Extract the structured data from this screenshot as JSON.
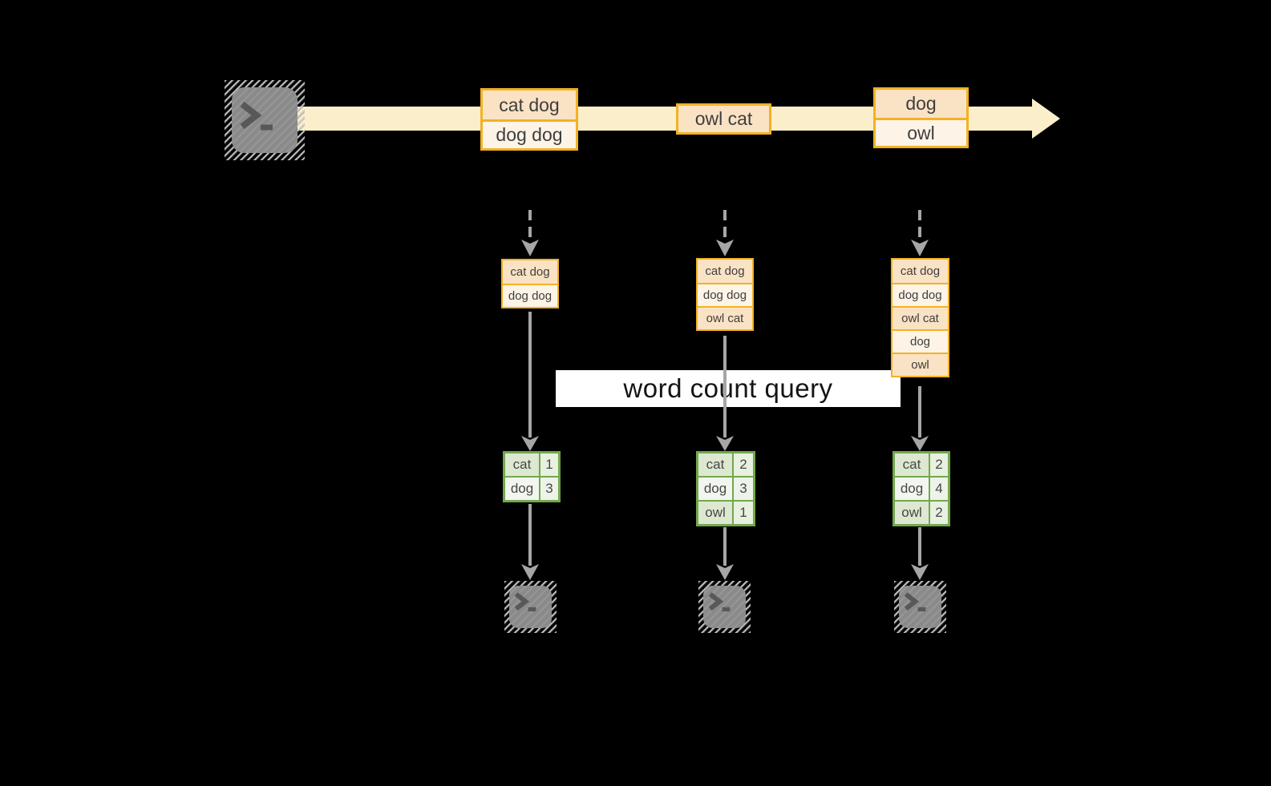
{
  "query_label": "word count query",
  "colors": {
    "background": "#000000",
    "stream_fill": "#FBEFCB",
    "box_border": "#F2B224",
    "box_cell_dark": "#FAE2C4",
    "box_cell_light": "#FDF3E6",
    "table_border": "#72A84D",
    "table_cell_dark": "#DCE8D0",
    "table_cell_mid": "#E8F0DF",
    "table_cell_light": "#F2F6EE",
    "arrow_gray": "#A6A6A6",
    "terminal_gray": "#8A8A8A",
    "query_band_bg": "#FFFFFF",
    "text_dark": "#3E3E3E"
  },
  "icons": {
    "terminal_glyph": ">_"
  },
  "stream": {
    "batches": [
      {
        "lines": [
          "cat dog",
          "dog dog"
        ]
      },
      {
        "lines": [
          "owl cat"
        ]
      },
      {
        "lines": [
          "dog",
          "owl"
        ]
      }
    ]
  },
  "columns": [
    {
      "accumulated": [
        "cat dog",
        "dog dog"
      ],
      "counts": [
        {
          "word": "cat",
          "count": "1"
        },
        {
          "word": "dog",
          "count": "3"
        }
      ]
    },
    {
      "accumulated": [
        "cat dog",
        "dog dog",
        "owl cat"
      ],
      "counts": [
        {
          "word": "cat",
          "count": "2"
        },
        {
          "word": "dog",
          "count": "3"
        },
        {
          "word": "owl",
          "count": "1"
        }
      ]
    },
    {
      "accumulated": [
        "cat dog",
        "dog dog",
        "owl cat",
        "dog",
        "owl"
      ],
      "counts": [
        {
          "word": "cat",
          "count": "2"
        },
        {
          "word": "dog",
          "count": "4"
        },
        {
          "word": "owl",
          "count": "2"
        }
      ]
    }
  ]
}
